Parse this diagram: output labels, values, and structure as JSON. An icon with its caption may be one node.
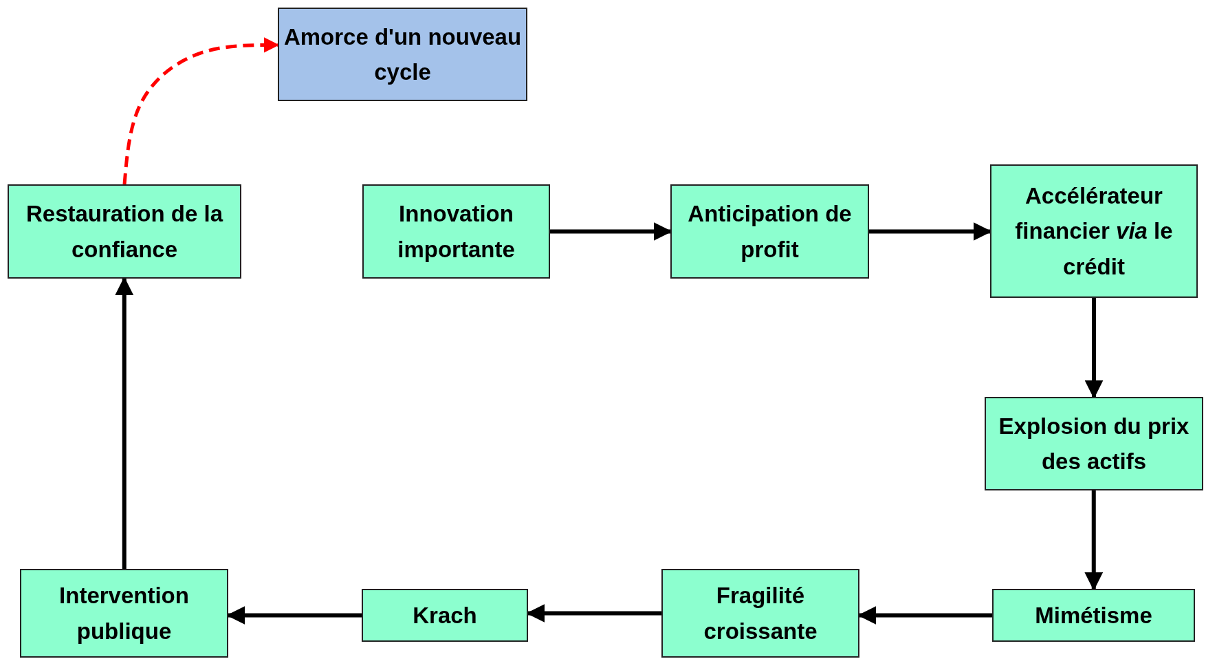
{
  "diagram": {
    "nodes": [
      {
        "text": [
          "Amorce d'un nouveau cycle"
        ]
      },
      {
        "text": [
          "Restauration de la confiance"
        ]
      },
      {
        "text": [
          "Innovation importante"
        ]
      },
      {
        "text": [
          "Anticipation de profit"
        ]
      },
      {
        "text": [
          "Accélérateur financier *via* le crédit"
        ]
      },
      {
        "text": [
          "Explosion du prix des actifs"
        ]
      },
      {
        "text": [
          "Intervention publique"
        ]
      },
      {
        "text": [
          "Krach"
        ]
      },
      {
        "text": [
          "Fragilité croissante"
        ]
      },
      {
        "text": [
          "Mimétisme"
        ]
      }
    ],
    "edges": [
      {
        "from": 1,
        "to": 0,
        "arrow": "to",
        "style": "dashed",
        "color": "#ff0000"
      },
      {
        "from": 2,
        "to": 3,
        "arrow": "to"
      },
      {
        "from": 3,
        "to": 4,
        "arrow": "to"
      },
      {
        "from": 4,
        "to": 5,
        "arrow": "to"
      },
      {
        "from": 5,
        "to": 9,
        "arrow": "to"
      },
      {
        "from": 9,
        "to": 8,
        "arrow": "to"
      },
      {
        "from": 8,
        "to": 7,
        "arrow": "to"
      },
      {
        "from": 7,
        "to": 6,
        "arrow": "to"
      },
      {
        "from": 6,
        "to": 1,
        "arrow": "to"
      }
    ]
  }
}
